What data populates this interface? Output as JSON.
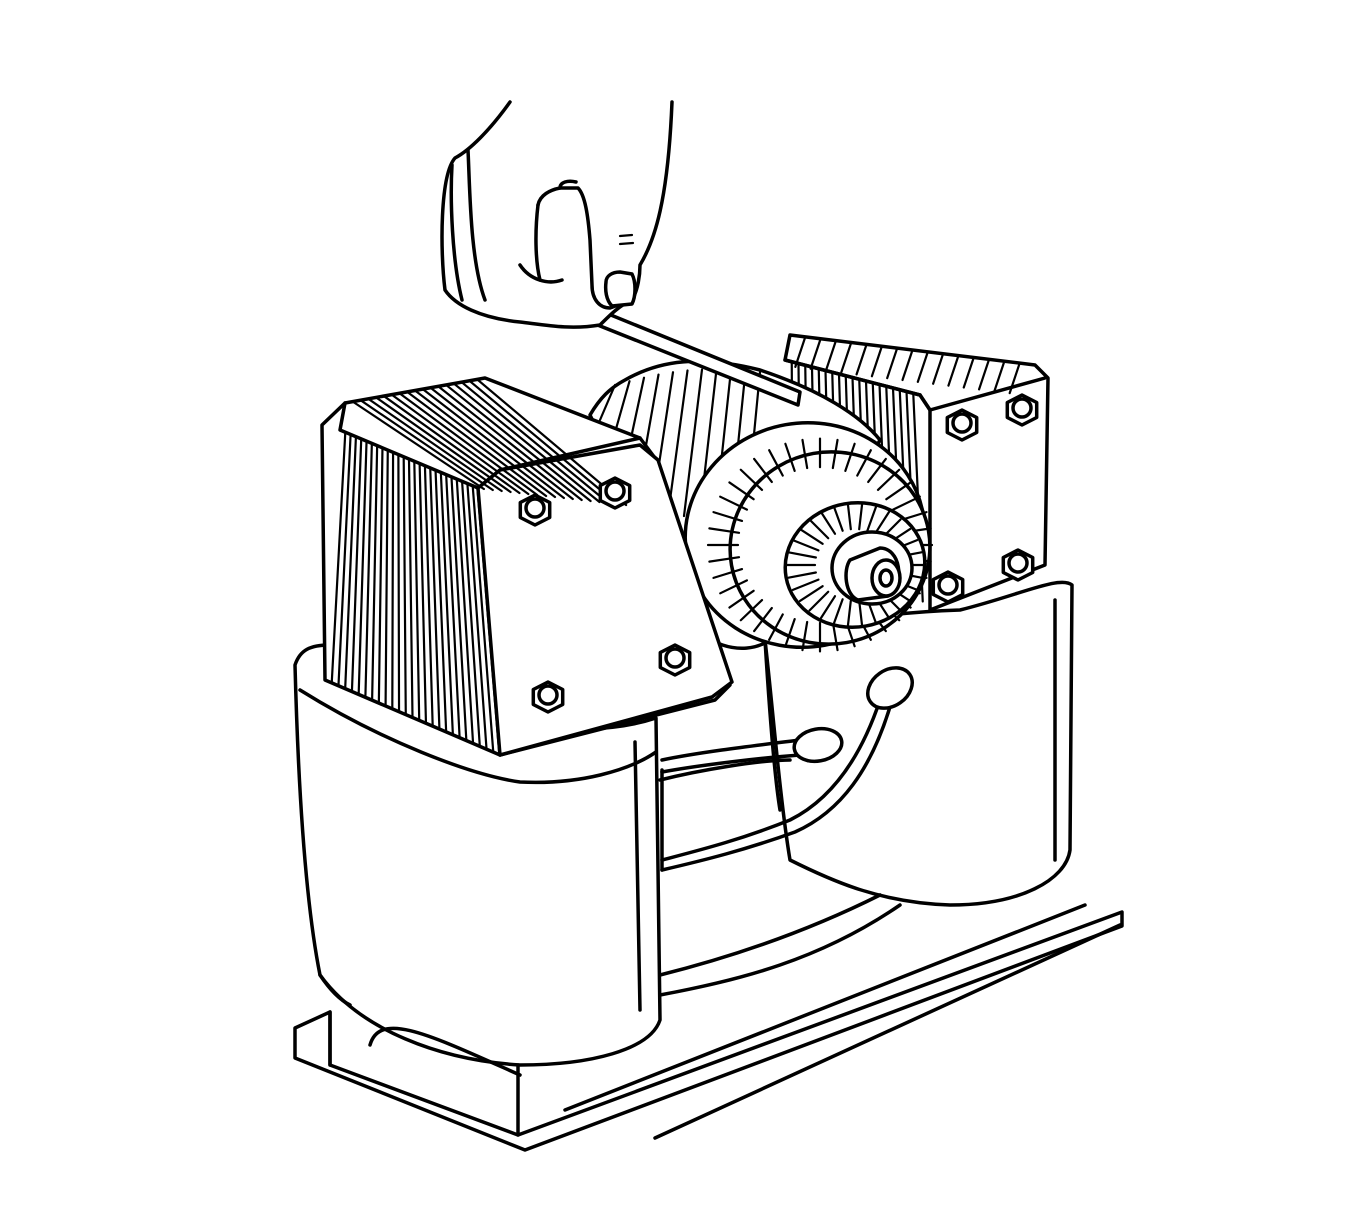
{
  "figure": {
    "background": "#ffffff",
    "ink": "#000000",
    "icon": "armature-growler-test-icon",
    "parts": [
      "hand-icon",
      "hacksaw-blade-icon",
      "left-pole-laminations",
      "right-pole-laminations",
      "armature-core",
      "commutator",
      "shaft",
      "mounting-bolts",
      "growler-housing",
      "power-cord",
      "base-plate"
    ]
  }
}
